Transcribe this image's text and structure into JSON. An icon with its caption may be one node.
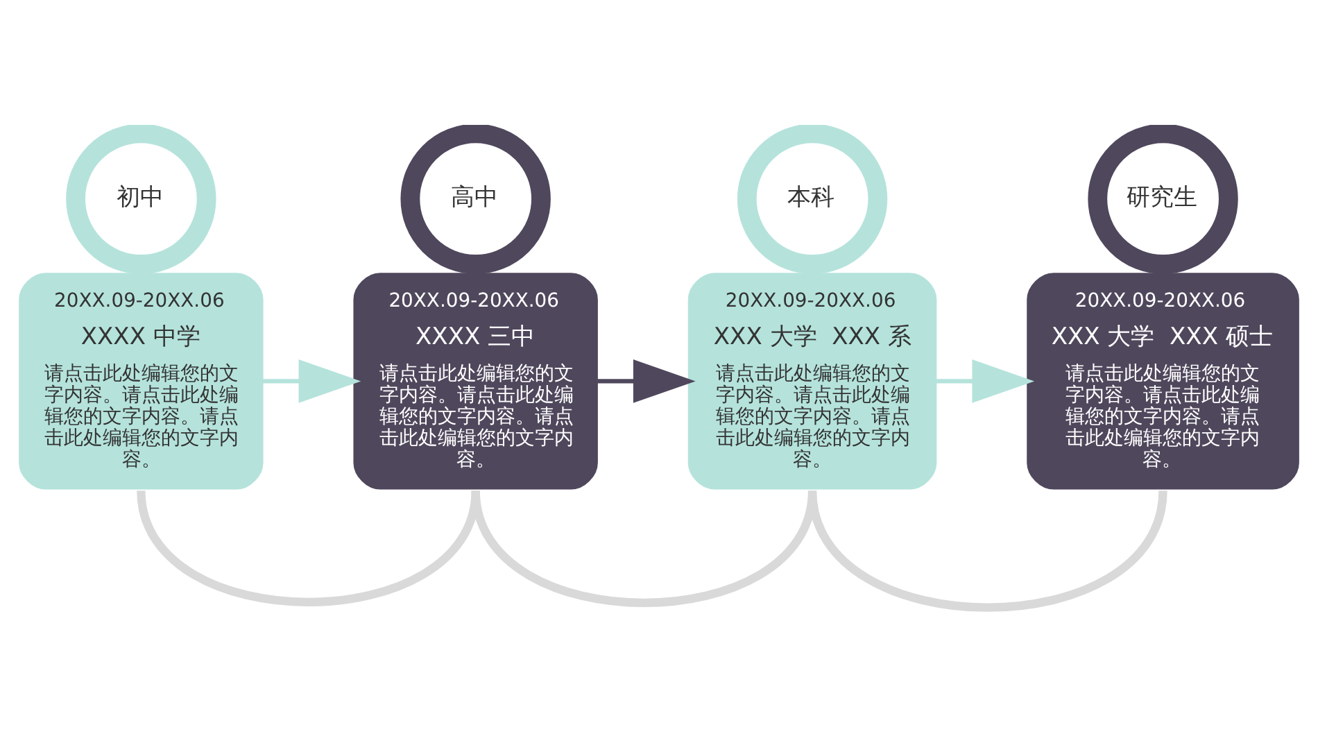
{
  "diagram": {
    "nodes": [
      {
        "text": [
          "初中"
        ]
      },
      {
        "text": [
          "高中"
        ]
      },
      {
        "text": [
          "本科"
        ]
      },
      {
        "text": [
          "研究生"
        ]
      },
      {
        "text": [
          "20XX.09-20XX.06",
          "XXXX 中学",
          "请点击此处编辑您的文字内容。请点击此处编辑您的文字内容。请点击此处编辑您的文字内容。"
        ]
      },
      {
        "text": [
          "20XX.09-20XX.06",
          "XXXX 三中",
          "请点击此处编辑您的文字内容。请点击此处编辑您的文字内容。请点击此处编辑您的文字内容。"
        ]
      },
      {
        "text": [
          "20XX.09-20XX.06",
          "XXX 大学  XXX 系",
          "请点击此处编辑您的文字内容。请点击此处编辑您的文字内容。请点击此处编辑您的文字内容。"
        ]
      },
      {
        "text": [
          "20XX.09-20XX.06",
          "XXX 大学  XXX 硕士",
          "请点击此处编辑您的文字内容。请点击此处编辑您的文字内容。请点击此处编辑您的文字内容。"
        ]
      }
    ],
    "edges": [
      {
        "from": 4,
        "to": 5,
        "arrow": "to",
        "color": "#b5e3dc"
      },
      {
        "from": 5,
        "to": 6,
        "arrow": "to",
        "color": "#4f475c"
      },
      {
        "from": 6,
        "to": 7,
        "arrow": "to",
        "color": "#b5e3dc"
      },
      {
        "from": 4,
        "to": 5,
        "arrow": "none",
        "style": "thick",
        "color": "#d9d9d9"
      },
      {
        "from": 5,
        "to": 6,
        "arrow": "none",
        "style": "thick",
        "color": "#d9d9d9"
      },
      {
        "from": 6,
        "to": 7,
        "arrow": "none",
        "style": "thick",
        "color": "#d9d9d9"
      }
    ]
  }
}
